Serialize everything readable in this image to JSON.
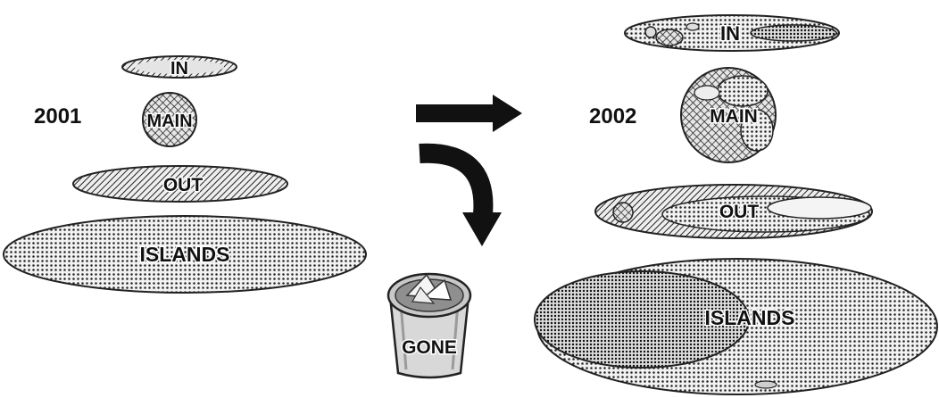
{
  "diagram": {
    "left_panel": {
      "year": "2001",
      "components": [
        {
          "id": "in",
          "label": "IN"
        },
        {
          "id": "main",
          "label": "MAIN"
        },
        {
          "id": "out",
          "label": "OUT"
        },
        {
          "id": "islands",
          "label": "ISLANDS"
        }
      ]
    },
    "right_panel": {
      "year": "2002",
      "components": [
        {
          "id": "in",
          "label": "IN"
        },
        {
          "id": "main",
          "label": "MAIN"
        },
        {
          "id": "out",
          "label": "OUT"
        },
        {
          "id": "islands",
          "label": "ISLANDS"
        }
      ]
    },
    "trash": {
      "label": "GONE",
      "icon": "trash-can-icon"
    },
    "arrows": [
      {
        "icon": "arrow-right-icon"
      },
      {
        "icon": "curved-arrow-down-icon"
      }
    ],
    "colors": {
      "ink": "#111111",
      "fill": "#e8e8e8",
      "background": "#ffffff"
    }
  }
}
